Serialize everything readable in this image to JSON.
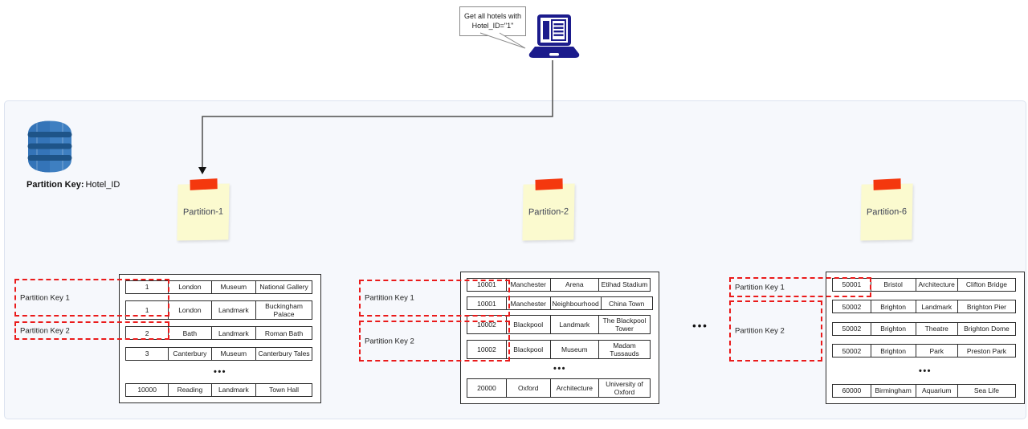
{
  "bubble": {
    "line1": "Get all hotels with",
    "line2": "Hotel_ID=\"1\""
  },
  "dynamodb": {
    "label_bold": "Partition Key:",
    "label_value": "Hotel_ID"
  },
  "separator_dots": "•••",
  "icons": {
    "database": "dynamodb-icon",
    "laptop": "laptop-icon",
    "note": "sticky-note-icon"
  },
  "colors": {
    "envelope_bg": "#f6f8fc",
    "envelope_border": "#dce3f0",
    "dashed_red": "#ea1b1b",
    "note_yellow": "#fbfacf",
    "tape_red": "#f4380e",
    "laptop_navy": "#1b1b8c",
    "db_blue": "#3e7fc1",
    "db_band_blue": "#1e5488"
  },
  "partitions": [
    {
      "note": "Partition-1",
      "pk1_label": "Partition Key 1",
      "pk2_label": "Partition Key 2",
      "ellipsis": "•••",
      "rows": [
        [
          "1",
          "London",
          "Museum",
          "National Gallery"
        ],
        [
          "1",
          "London",
          "Landmark",
          "Buckingham Palace"
        ],
        [
          "2",
          "Bath",
          "Landmark",
          "Roman Bath"
        ],
        [
          "3",
          "Canterbury",
          "Museum",
          "Canterbury Tales"
        ]
      ],
      "last_row": [
        "10000",
        "Reading",
        "Landmark",
        "Town Hall"
      ]
    },
    {
      "note": "Partition-2",
      "pk1_label": "Partition Key 1",
      "pk2_label": "Partition Key 2",
      "ellipsis": "•••",
      "rows": [
        [
          "10001",
          "Manchester",
          "Arena",
          "Etihad Stadium"
        ],
        [
          "10001",
          "Manchester",
          "Neighbourhood",
          "China Town"
        ],
        [
          "10002",
          "Blackpool",
          "Landmark",
          "The Blackpool Tower"
        ],
        [
          "10002",
          "Blackpool",
          "Museum",
          "Madam Tussauds"
        ]
      ],
      "last_row": [
        "20000",
        "Oxford",
        "Architecture",
        "University of Oxford"
      ]
    },
    {
      "note": "Partition-6",
      "pk1_label": "Partition Key 1",
      "pk2_label": "Partition Key 2",
      "ellipsis": "•••",
      "rows": [
        [
          "50001",
          "Bristol",
          "Architecture",
          "Clifton Bridge"
        ],
        [
          "50002",
          "Brighton",
          "Landmark",
          "Brighton Pier"
        ],
        [
          "50002",
          "Brighton",
          "Theatre",
          "Brighton Dome"
        ],
        [
          "50002",
          "Brighton",
          "Park",
          "Preston Park"
        ]
      ],
      "last_row": [
        "60000",
        "Birmingham",
        "Aquarium",
        "Sea Life"
      ]
    }
  ]
}
